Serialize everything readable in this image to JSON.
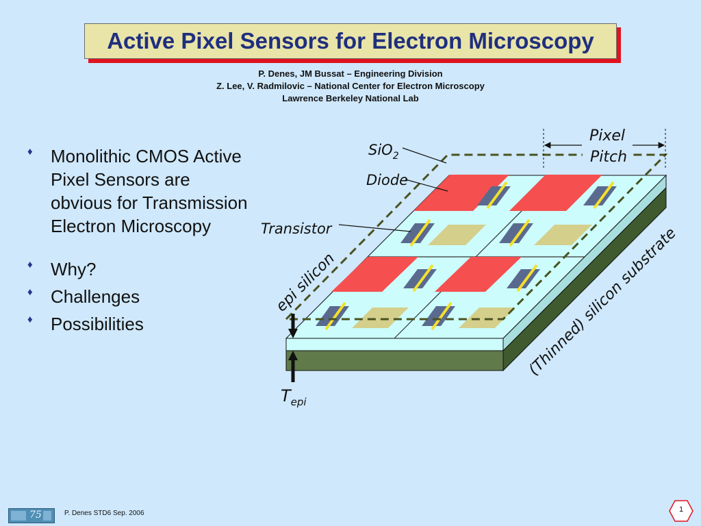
{
  "title": "Active Pixel Sensors for Electron Microscopy",
  "authors": [
    "P. Denes, JM Bussat – Engineering Division",
    "Z. Lee, V. Radmilovic – National Center for Electron Microscopy",
    "Lawrence Berkeley National Lab"
  ],
  "bullets": [
    "Monolithic CMOS Active Pixel Sensors are obvious for Transmission Electron Microscopy",
    "Why?",
    "Challenges",
    "Possibilities"
  ],
  "diagram": {
    "labels": {
      "sio2_main": "SiO",
      "sio2_sub": "2",
      "diode": "Diode",
      "transistor": "Transistor",
      "epi_silicon": "epi silicon",
      "substrate": "(Thinned) silicon substrate",
      "pixel_pitch_1": "Pixel",
      "pixel_pitch_2": "Pitch",
      "tepi_main": "T",
      "tepi_sub": "epi"
    },
    "colors": {
      "diode": "#f64f4f",
      "transistor_gate": "#f5e02c",
      "transistor_body": "#5a6a8e",
      "pad": "#d5cf8c",
      "epi": "#ccfcfc",
      "substrate": "#3f5a2e",
      "substrate_front": "#617a4a",
      "dashed": "#4a5220"
    }
  },
  "footer": {
    "text": "P. Denes STD6 Sep. 2006",
    "logo_text": "75",
    "page_number": "1"
  }
}
